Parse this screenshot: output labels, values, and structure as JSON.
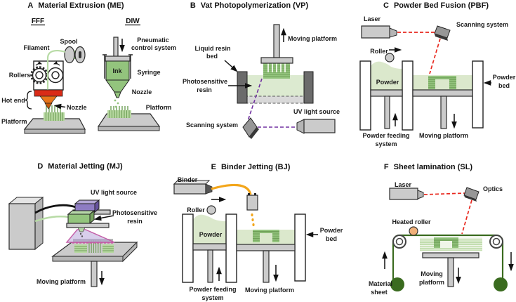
{
  "panels": {
    "A": {
      "letter": "A",
      "title": "Material Extrusion (ME)",
      "fff": {
        "heading": "FFF",
        "spool": "Spool",
        "filament": "Filament",
        "rollers": "Rollers",
        "hot_end": "Hot end",
        "nozzle": "Nozzle",
        "platform": "Platform"
      },
      "diw": {
        "heading": "DIW",
        "pneumatic_1": "Pneumatic",
        "pneumatic_2": "control system",
        "ink": "Ink",
        "syringe": "Syringe",
        "nozzle": "Nozzle",
        "platform": "Platform"
      }
    },
    "B": {
      "letter": "B",
      "title": "Vat Photopolymerization (VP)",
      "moving_platform": "Moving platform",
      "liquid_resin_1": "Liquid resin",
      "liquid_resin_2": "bed",
      "photosensitive_1": "Photosensitive",
      "photosensitive_2": "resin",
      "scanning_system": "Scanning system",
      "uv_light_source": "UV light source"
    },
    "C": {
      "letter": "C",
      "title": "Powder Bed Fusion (PBF)",
      "laser": "Laser",
      "scanning_system": "Scanning system",
      "roller": "Roller",
      "powder": "Powder",
      "powder_bed_1": "Powder",
      "powder_bed_2": "bed",
      "feeding_1": "Powder feeding",
      "feeding_2": "system",
      "moving_platform": "Moving platform"
    },
    "D": {
      "letter": "D",
      "title": "Material Jetting (MJ)",
      "uv_light_source": "UV light source",
      "photosensitive_1": "Photosensitive",
      "photosensitive_2": "resin",
      "moving_platform": "Moving platform"
    },
    "E": {
      "letter": "E",
      "title": "Binder Jetting (BJ)",
      "binder": "Binder",
      "roller": "Roller",
      "powder": "Powder",
      "powder_bed_1": "Powder",
      "powder_bed_2": "bed",
      "feeding_1": "Powder feeding",
      "feeding_2": "system",
      "moving_platform": "Moving platform"
    },
    "F": {
      "letter": "F",
      "title": "Sheet lamination (SL)",
      "laser": "Laser",
      "optics": "Optics",
      "heated_roller": "Heated roller",
      "material_1": "Material",
      "material_2": "sheet",
      "moving_1": "Moving",
      "moving_2": "platform"
    }
  },
  "colors": {
    "machine-gray": "#cbcbcb",
    "powder-green": "#dbe8cc",
    "resin-green": "#dcead0",
    "part-green": "#93c47d",
    "part-dark": "#6f9f58",
    "part-light": "#b7d8a1",
    "filament-green": "#b7dba5",
    "laser-red": "#e8281e",
    "uv-purple": "#7030a0",
    "binder-yellow": "#f3a61b",
    "sheet-dark-green": "#3a6b1f",
    "hot-end-red": "#da2b17",
    "nozzle-orange": "#e8751a",
    "uv-box-purple": "#8e7cc3",
    "heated-roller-tan": "#f0b078",
    "vat-wall-gray": "#6b6b6b",
    "cone-lavender": "#b19dd8"
  }
}
